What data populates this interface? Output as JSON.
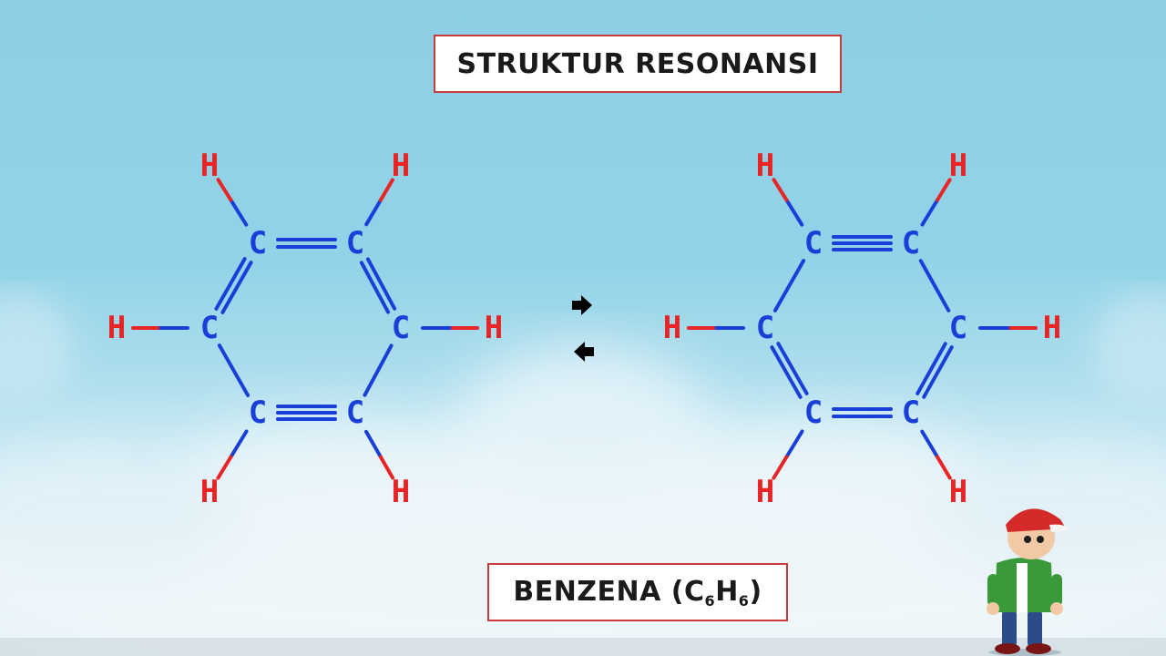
{
  "title": "STRUKTUR RESONANSI",
  "compound": {
    "name_prefix": "BENZENA (C",
    "sub1": "6",
    "mid": "H",
    "sub2": "6",
    "name_suffix": ")"
  },
  "atoms": {
    "carbon": "C",
    "hydrogen": "H"
  },
  "colors": {
    "carbon": "#1a3fd8",
    "hydrogen": "#e82424",
    "box_border": "#c93a3a",
    "sky": "#8ccfe5"
  },
  "icons": {
    "forward_arrow": "arrow-right-icon",
    "back_arrow": "arrow-left-icon"
  }
}
